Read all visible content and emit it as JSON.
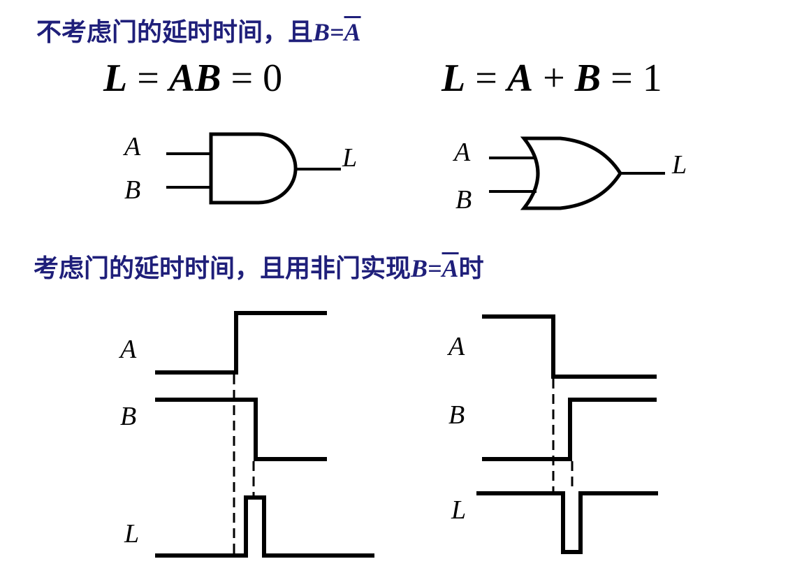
{
  "heading1": {
    "text": "不考虑门的延时时间，且",
    "expr_lhs": "B=",
    "expr_rhs": "A"
  },
  "equation_and": {
    "lhs": "L",
    "eq1": "=",
    "mid": "AB",
    "eq2": "=",
    "result": "0"
  },
  "equation_or": {
    "lhs": "L",
    "eq1": "=",
    "a": "A",
    "plus": "+",
    "b": "B",
    "eq2": "=",
    "result": "1"
  },
  "and_gate": {
    "input_a": "A",
    "input_b": "B",
    "output": "L"
  },
  "or_gate": {
    "input_a": "A",
    "input_b": "B",
    "output": "L"
  },
  "heading2": {
    "text": "考虑门的延时时间，且用非门实现",
    "expr_lhs": "B=",
    "expr_rhs": "A",
    "suffix": "时"
  },
  "waveform_and": {
    "label_a": "A",
    "label_b": "B",
    "label_l": "L"
  },
  "waveform_or": {
    "label_a": "A",
    "label_b": "B",
    "label_l": "L"
  },
  "colors": {
    "heading": "#1f1f7a",
    "ink": "#000000"
  }
}
